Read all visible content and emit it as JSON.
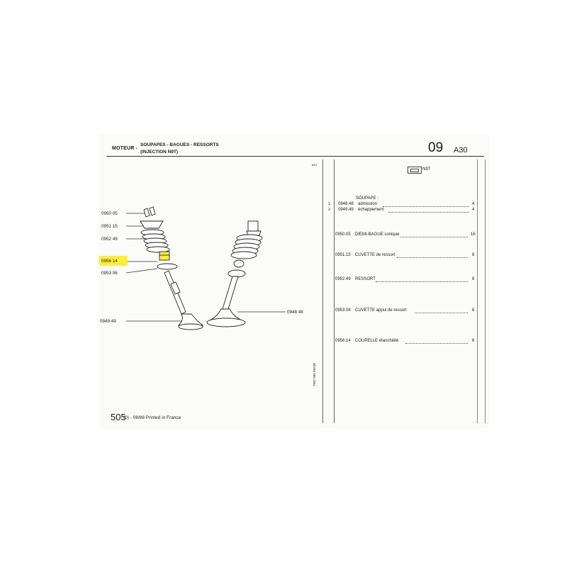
{
  "header": {
    "section": "MOTEUR -",
    "title_line1": "SOUPAPES - BAGUES - RESSORTS",
    "title_line2": "(INJECTION N9T)",
    "group_number": "09",
    "page_code": "A30"
  },
  "parts_labels": [
    {
      "code": "0950 05"
    },
    {
      "code": "0951 15"
    },
    {
      "code": "0952 49"
    },
    {
      "code": "0956 14",
      "highlighted": true
    },
    {
      "code": "0953 06"
    },
    {
      "code": "0949 49"
    },
    {
      "code": "0948 48"
    }
  ],
  "column_header": {
    "code": "840",
    "engine_label": "N9T",
    "engine_icon": "engine-icon"
  },
  "table": {
    "title": "SOUPAPE :",
    "rows": [
      {
        "index": "1",
        "ref": "0948.48",
        "desc": "admission",
        "qty": "4"
      },
      {
        "index": "2",
        "ref": "0949.49",
        "desc": "échappement",
        "qty": "4"
      },
      {
        "index": "",
        "ref": "0950.05",
        "desc": "DIEMI-BAGUE conique",
        "qty": "16"
      },
      {
        "index": "",
        "ref": "0951.15",
        "desc": "CUVETTE de ressort",
        "qty": "8"
      },
      {
        "index": "",
        "ref": "0952.49",
        "desc": "RESSORT",
        "qty": "8"
      },
      {
        "index": "",
        "ref": "0953.06",
        "desc": "CUVETTE appui de ressort",
        "qty": "8"
      },
      {
        "index": "",
        "ref": "0956.14",
        "desc": "COUPELLE étanchéité",
        "qty": "8"
      }
    ]
  },
  "side_code": "7587 505  09A30",
  "footer": {
    "model": "505",
    "suffix": "(0) - 08/88 Printed in France"
  },
  "colors": {
    "highlight": "#ffee3a",
    "ink": "#1a1a1a"
  }
}
